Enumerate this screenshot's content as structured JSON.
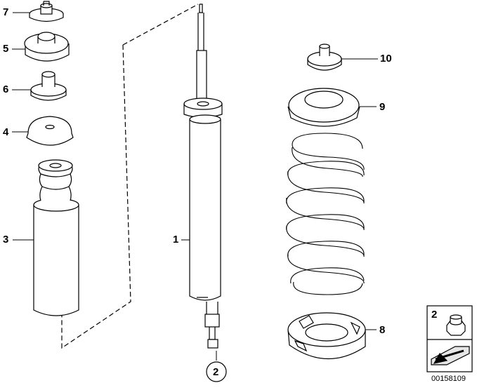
{
  "callouts": {
    "c1": "1",
    "c2": "2",
    "c3": "3",
    "c4": "4",
    "c5": "5",
    "c6": "6",
    "c7": "7",
    "c8": "8",
    "c9": "9",
    "c10": "10",
    "ref2_circle": "2",
    "legend_2": "2"
  },
  "catalog_number": "00158109",
  "colors": {
    "line": "#000000",
    "fill": "#ffffff",
    "shade": "#e6e6e6"
  },
  "icons": {
    "legend_nut": "hex-nut-icon",
    "legend_arrow": "arrow-icon"
  }
}
